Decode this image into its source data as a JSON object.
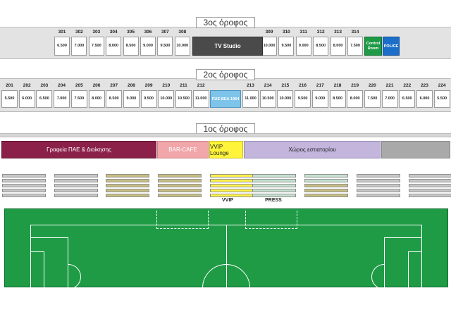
{
  "floors": {
    "third": {
      "title": "3ος όροφος",
      "boxes_left": [
        {
          "num": "301",
          "price": "6.500"
        },
        {
          "num": "302",
          "price": "7.000"
        },
        {
          "num": "303",
          "price": "7.500"
        },
        {
          "num": "304",
          "price": "8.000"
        },
        {
          "num": "305",
          "price": "8.500"
        },
        {
          "num": "306",
          "price": "9.000"
        },
        {
          "num": "307",
          "price": "9.500"
        },
        {
          "num": "308",
          "price": "10.000"
        }
      ],
      "tv_studio": "TV Studio",
      "boxes_right": [
        {
          "num": "309",
          "price": "10.000"
        },
        {
          "num": "310",
          "price": "9.500"
        },
        {
          "num": "311",
          "price": "9.000"
        },
        {
          "num": "312",
          "price": "8.500"
        },
        {
          "num": "313",
          "price": "8.000"
        },
        {
          "num": "314",
          "price": "7.500"
        }
      ],
      "control_room": "Control Room",
      "police": "POLICE"
    },
    "second": {
      "title": "2ος όροφος",
      "boxes_left": [
        {
          "num": "201",
          "price": "5.500"
        },
        {
          "num": "202",
          "price": "6.000"
        },
        {
          "num": "203",
          "price": "6.500"
        },
        {
          "num": "204",
          "price": "7.000"
        },
        {
          "num": "205",
          "price": "7.500"
        },
        {
          "num": "206",
          "price": "8.000"
        },
        {
          "num": "207",
          "price": "8.500"
        },
        {
          "num": "208",
          "price": "9.000"
        },
        {
          "num": "209",
          "price": "9.500"
        },
        {
          "num": "210",
          "price": "10.000"
        },
        {
          "num": "211",
          "price": "10.500"
        },
        {
          "num": "212",
          "price": "11.000"
        }
      ],
      "pae_box": "ΠΑΕ ΒΕΑ 1964",
      "boxes_right": [
        {
          "num": "213",
          "price": "11.000"
        },
        {
          "num": "214",
          "price": "10.500"
        },
        {
          "num": "215",
          "price": "10.000"
        },
        {
          "num": "216",
          "price": "9.500"
        },
        {
          "num": "217",
          "price": "9.000"
        },
        {
          "num": "218",
          "price": "8.500"
        },
        {
          "num": "219",
          "price": "8.000"
        },
        {
          "num": "220",
          "price": "7.500"
        },
        {
          "num": "221",
          "price": "7.000"
        },
        {
          "num": "222",
          "price": "6.500"
        },
        {
          "num": "223",
          "price": "6.000"
        },
        {
          "num": "224",
          "price": "5.500"
        }
      ]
    },
    "first": {
      "title": "1ος όροφος",
      "zones": {
        "offices": "Γραφεία ΠΑΕ & Διοίκησης",
        "bar": "BAR-CAFE",
        "vvip": "VVIP Lounge",
        "restaurant": "Χώρος εστιατορίου"
      }
    }
  },
  "stands": {
    "vvip_label": "VVIP",
    "press_label": "PRESS"
  },
  "colors": {
    "offices": "#8b2148",
    "bar": "#f1a6aa",
    "vvip": "#fff43a",
    "restaurant": "#c3b5dc",
    "grey_zone": "#a9a9a9",
    "tv_studio": "#4a4a4a",
    "control_room": "#1e9a45",
    "police": "#1c6fc9",
    "pae_box": "#7ec4ea",
    "pitch": "#1f9b46",
    "stand_grey": "#c9c9c9",
    "stand_olive": "#c7be82",
    "stand_yellow": "#fff24a",
    "stand_mint": "#c6e2d1"
  }
}
